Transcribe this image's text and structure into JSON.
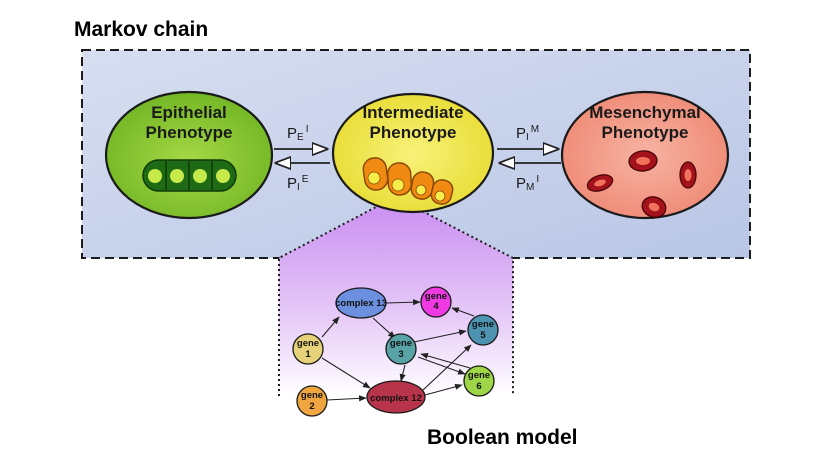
{
  "colors": {
    "markov_panel": "#c4d0ea",
    "epithelial": "#8ac832",
    "intermediate": "#f2ea55",
    "mesenchymal": "#f39a88",
    "boolean_panel": "#cf9cf2",
    "complex13": "#6c8fe0",
    "complex12": "#b8344a",
    "gene1": "#e6d27a",
    "gene2": "#f0a640",
    "gene3": "#57a3a6",
    "gene4": "#ef3ae3",
    "gene5": "#4e93b2",
    "gene6": "#9ed648"
  },
  "headings": {
    "markov": "Markov chain",
    "boolean": "Boolean model"
  },
  "phenotypes": {
    "epithelial": {
      "line1": "Epithelial",
      "line2": "Phenotype"
    },
    "intermediate": {
      "line1": "Intermediate",
      "line2": "Phenotype"
    },
    "mesenchymal": {
      "line1": "Mesenchymal",
      "line2": "Phenotype"
    }
  },
  "rates": {
    "p_ei": {
      "main": "P",
      "sub": "E",
      "sup": "I"
    },
    "p_ie": {
      "main": "P",
      "sub": "I",
      "sup": "E"
    },
    "p_im": {
      "main": "P",
      "sub": "I",
      "sup": "M"
    },
    "p_mi": {
      "main": "P",
      "sub": "M",
      "sup": "I"
    }
  },
  "nodes": {
    "complex13": "complex 13",
    "complex12": "complex 12",
    "gene1": {
      "l1": "gene",
      "l2": "1"
    },
    "gene2": {
      "l1": "gene",
      "l2": "2"
    },
    "gene3": {
      "l1": "gene",
      "l2": "3"
    },
    "gene4": {
      "l1": "gene",
      "l2": "4"
    },
    "gene5": {
      "l1": "gene",
      "l2": "5"
    },
    "gene6": {
      "l1": "gene",
      "l2": "6"
    }
  }
}
